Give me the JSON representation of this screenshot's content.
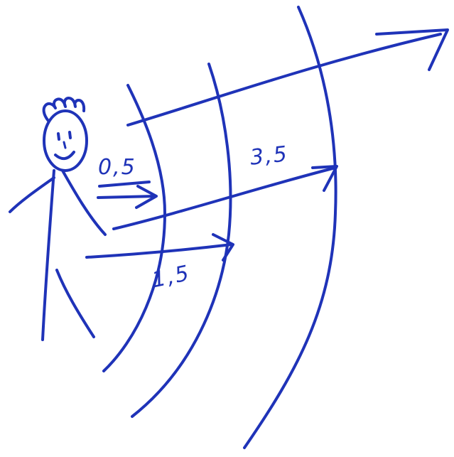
{
  "labels": {
    "distance_1": "0,5",
    "distance_2": "1,5",
    "distance_3": "3,5"
  },
  "colors": {
    "ink": "#1f33b8",
    "background": "#ffffff"
  }
}
